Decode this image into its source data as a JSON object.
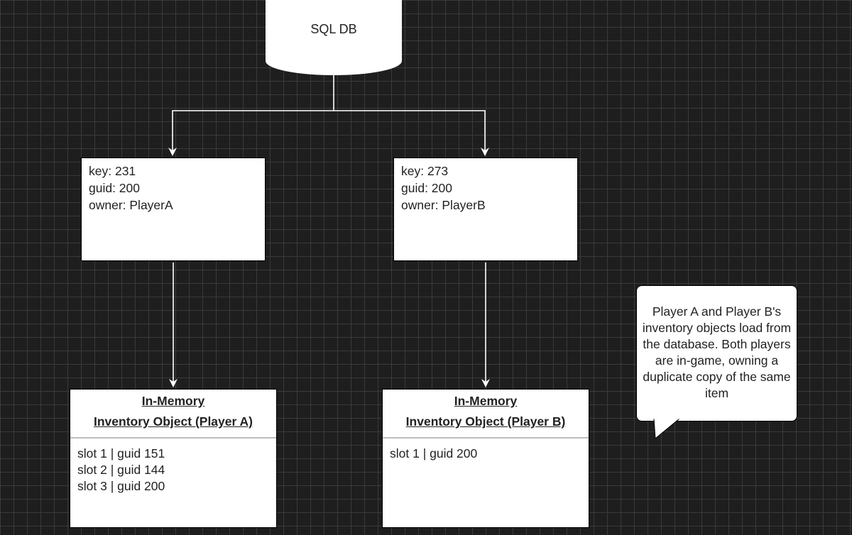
{
  "database": {
    "label": "SQL DB"
  },
  "records": [
    {
      "lines": [
        "key: 231",
        "guid: 200",
        "owner: PlayerA"
      ]
    },
    {
      "lines": [
        "key: 273",
        "guid: 200",
        "owner: PlayerB"
      ]
    }
  ],
  "inventories": [
    {
      "title_line1": "In-Memory",
      "title_line2": "Inventory Object (Player A)",
      "slots": [
        "slot 1 | guid 151",
        "slot 2 | guid 144",
        "slot 3 | guid 200"
      ]
    },
    {
      "title_line1": "In-Memory",
      "title_line2": "Inventory Object (Player B)",
      "slots": [
        "slot 1 | guid 200"
      ]
    }
  ],
  "note": {
    "text": "Player A and Player B's inventory objects load from the database. Both players are in-game, owning a duplicate copy of the same item"
  },
  "colors": {
    "background": "#1e1e1e",
    "grid": "#3a3a3a",
    "box_fill": "#ffffff",
    "connector": "#ffffff"
  }
}
